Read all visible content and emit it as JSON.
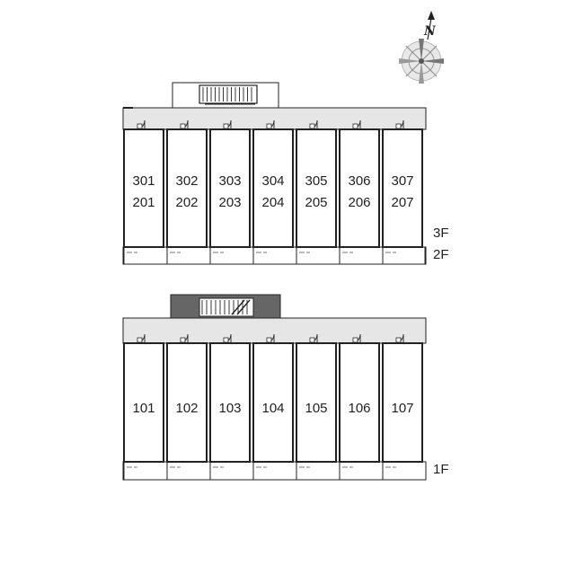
{
  "compass": {
    "north_label": "N"
  },
  "upper_building": {
    "floor_labels": [
      "3F",
      "2F"
    ],
    "units": [
      {
        "top": "301",
        "bottom": "201"
      },
      {
        "top": "302",
        "bottom": "202"
      },
      {
        "top": "303",
        "bottom": "203"
      },
      {
        "top": "304",
        "bottom": "204"
      },
      {
        "top": "305",
        "bottom": "205"
      },
      {
        "top": "306",
        "bottom": "206"
      },
      {
        "top": "307",
        "bottom": "207"
      }
    ]
  },
  "lower_building": {
    "floor_labels": [
      "1F"
    ],
    "units": [
      {
        "label": "101"
      },
      {
        "label": "102"
      },
      {
        "label": "103"
      },
      {
        "label": "104"
      },
      {
        "label": "105"
      },
      {
        "label": "106"
      },
      {
        "label": "107"
      }
    ]
  },
  "colors": {
    "line": "#222222",
    "shade": "#e6e6e6",
    "stair_dark": "#555555"
  }
}
